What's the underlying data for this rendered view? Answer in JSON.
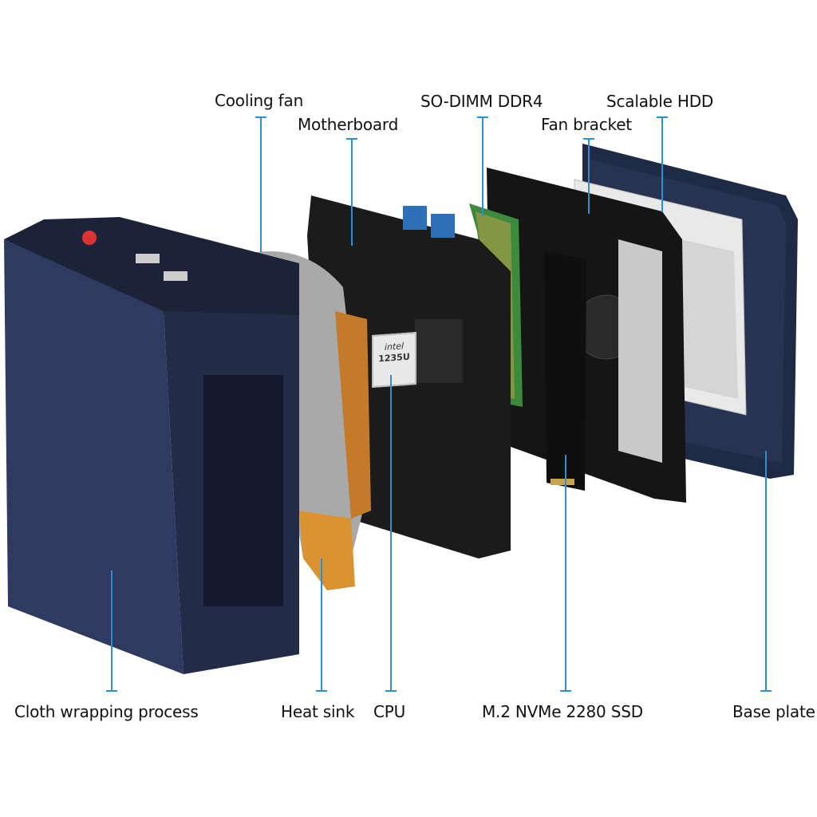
{
  "labels": {
    "cooling_fan": "Cooling fan",
    "motherboard": "Motherboard",
    "so_dimm": "SO-DIMM DDR4",
    "fan_bracket": "Fan bracket",
    "scalable_hdd": "Scalable HDD",
    "cloth_wrapping": "Cloth wrapping process",
    "heat_sink": "Heat sink",
    "cpu": "CPU",
    "ssd": "M.2 NVMe 2280 SSD",
    "base_plate": "Base plate"
  },
  "chip": {
    "brand": "intel",
    "model": "1235U"
  },
  "colors": {
    "leader": "#2b8fd6",
    "chassis": "#2a3350",
    "accent_power": "#d33"
  }
}
